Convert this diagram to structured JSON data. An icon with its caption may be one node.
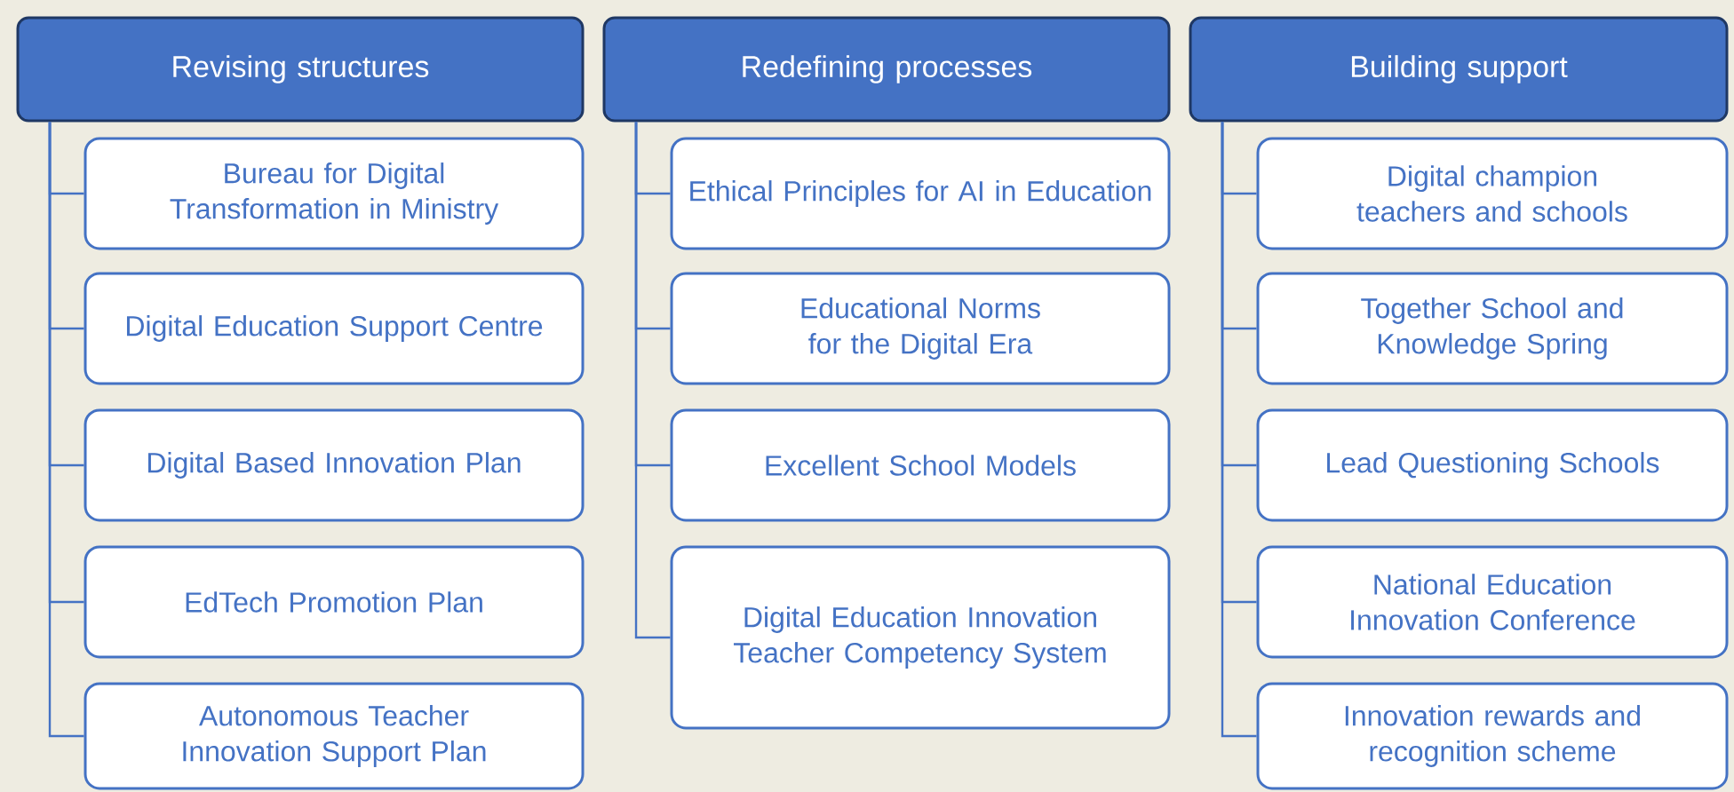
{
  "diagram": {
    "nodes": [
      {
        "text": [
          "Revising structures"
        ]
      },
      {
        "text": [
          "Bureau for Digital Transformation in Ministry"
        ]
      },
      {
        "text": [
          "Digital Education Support Centre"
        ]
      },
      {
        "text": [
          "Digital Based Innovation Plan"
        ]
      },
      {
        "text": [
          "EdTech Promotion Plan"
        ]
      },
      {
        "text": [
          "Autonomous Teacher Innovation Support Plan"
        ]
      },
      {
        "text": [
          "Redefining processes"
        ]
      },
      {
        "text": [
          "Ethical Principles for AI in Education"
        ]
      },
      {
        "text": [
          "Educational Norms for the Digital Era"
        ]
      },
      {
        "text": [
          "Excellent School Models"
        ]
      },
      {
        "text": [
          "Digital Education Innovation Teacher Competency System"
        ]
      },
      {
        "text": [
          "Building support"
        ]
      },
      {
        "text": [
          "Digital champion teachers and schools"
        ]
      },
      {
        "text": [
          "Together School and Knowledge Spring"
        ]
      },
      {
        "text": [
          "Lead Questioning Schools"
        ]
      },
      {
        "text": [
          "National Education Innovation Conference"
        ]
      },
      {
        "text": [
          "Innovation rewards and recognition scheme"
        ]
      }
    ],
    "edges": [
      {
        "from": 0,
        "to": 1,
        "arrow": "none"
      },
      {
        "from": 0,
        "to": 2,
        "arrow": "none"
      },
      {
        "from": 0,
        "to": 3,
        "arrow": "none"
      },
      {
        "from": 0,
        "to": 4,
        "arrow": "none"
      },
      {
        "from": 0,
        "to": 5,
        "arrow": "none"
      },
      {
        "from": 6,
        "to": 7,
        "arrow": "none"
      },
      {
        "from": 6,
        "to": 8,
        "arrow": "none"
      },
      {
        "from": 6,
        "to": 9,
        "arrow": "none"
      },
      {
        "from": 6,
        "to": 10,
        "arrow": "none"
      },
      {
        "from": 11,
        "to": 12,
        "arrow": "none"
      },
      {
        "from": 11,
        "to": 13,
        "arrow": "none"
      },
      {
        "from": 11,
        "to": 14,
        "arrow": "none"
      },
      {
        "from": 11,
        "to": 15,
        "arrow": "none"
      },
      {
        "from": 11,
        "to": 16,
        "arrow": "none"
      }
    ]
  }
}
